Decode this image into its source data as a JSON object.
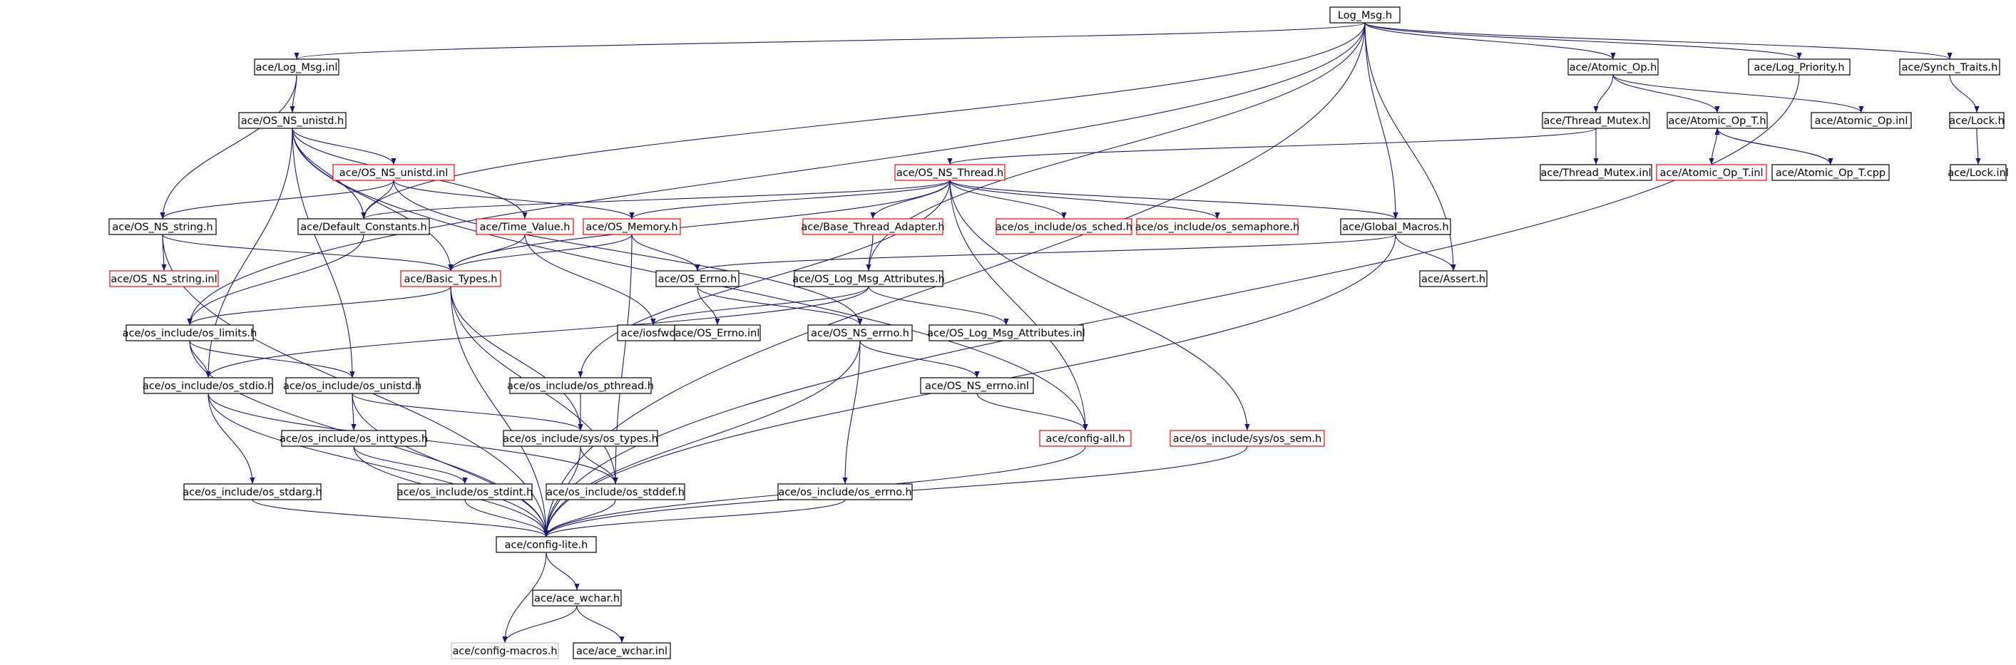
{
  "colors": {
    "edge": "#191970",
    "border_default": "#000000",
    "border_red": "#ff0000",
    "border_gray": "#bfbfbf",
    "root_fill": "#bfbfbf",
    "text": "#000000"
  },
  "nodes": [
    {
      "id": "log_msg_h",
      "label": "Log_Msg.h",
      "style": "root"
    },
    {
      "id": "log_msg_inl",
      "label": "ace/Log_Msg.inl",
      "style": "normal"
    },
    {
      "id": "atomic_op_h",
      "label": "ace/Atomic_Op.h",
      "style": "normal"
    },
    {
      "id": "log_priority_h",
      "label": "ace/Log_Priority.h",
      "style": "normal"
    },
    {
      "id": "synch_traits_h",
      "label": "ace/Synch_Traits.h",
      "style": "normal"
    },
    {
      "id": "os_ns_unistd_h",
      "label": "ace/OS_NS_unistd.h",
      "style": "normal"
    },
    {
      "id": "thread_mutex_h",
      "label": "ace/Thread_Mutex.h",
      "style": "normal"
    },
    {
      "id": "atomic_op_t_h",
      "label": "ace/Atomic_Op_T.h",
      "style": "normal"
    },
    {
      "id": "atomic_op_inl",
      "label": "ace/Atomic_Op.inl",
      "style": "normal"
    },
    {
      "id": "lock_h",
      "label": "ace/Lock.h",
      "style": "normal"
    },
    {
      "id": "os_ns_unistd_inl",
      "label": "ace/OS_NS_unistd.inl",
      "style": "red"
    },
    {
      "id": "os_ns_thread_h",
      "label": "ace/OS_NS_Thread.h",
      "style": "red"
    },
    {
      "id": "thread_mutex_inl",
      "label": "ace/Thread_Mutex.inl",
      "style": "normal"
    },
    {
      "id": "atomic_op_t_inl",
      "label": "ace/Atomic_Op_T.inl",
      "style": "red"
    },
    {
      "id": "atomic_op_t_cpp",
      "label": "ace/Atomic_Op_T.cpp",
      "style": "normal"
    },
    {
      "id": "lock_inl",
      "label": "ace/Lock.inl",
      "style": "normal"
    },
    {
      "id": "os_ns_string_h",
      "label": "ace/OS_NS_string.h",
      "style": "normal"
    },
    {
      "id": "default_constants_h",
      "label": "ace/Default_Constants.h",
      "style": "normal"
    },
    {
      "id": "time_value_h",
      "label": "ace/Time_Value.h",
      "style": "red"
    },
    {
      "id": "os_memory_h",
      "label": "ace/OS_Memory.h",
      "style": "red"
    },
    {
      "id": "base_thread_adapter_h",
      "label": "ace/Base_Thread_Adapter.h",
      "style": "red"
    },
    {
      "id": "os_sched_h",
      "label": "ace/os_include/os_sched.h",
      "style": "red"
    },
    {
      "id": "os_semaphore_h",
      "label": "ace/os_include/os_semaphore.h",
      "style": "red"
    },
    {
      "id": "global_macros_h",
      "label": "ace/Global_Macros.h",
      "style": "normal"
    },
    {
      "id": "os_ns_string_inl",
      "label": "ace/OS_NS_string.inl",
      "style": "red"
    },
    {
      "id": "basic_types_h",
      "label": "ace/Basic_Types.h",
      "style": "red"
    },
    {
      "id": "os_errno_h",
      "label": "ace/OS_Errno.h",
      "style": "normal"
    },
    {
      "id": "os_log_msg_attributes_h",
      "label": "ace/OS_Log_Msg_Attributes.h",
      "style": "normal"
    },
    {
      "id": "assert_h",
      "label": "ace/Assert.h",
      "style": "normal"
    },
    {
      "id": "os_limits_h",
      "label": "ace/os_include/os_limits.h",
      "style": "normal"
    },
    {
      "id": "iosfwd_h",
      "label": "ace/iosfwd.h",
      "style": "normal"
    },
    {
      "id": "os_errno_inl",
      "label": "ace/OS_Errno.inl",
      "style": "normal"
    },
    {
      "id": "os_ns_errno_h",
      "label": "ace/OS_NS_errno.h",
      "style": "normal"
    },
    {
      "id": "os_log_msg_attributes_inl",
      "label": "ace/OS_Log_Msg_Attributes.inl",
      "style": "normal"
    },
    {
      "id": "os_stdio_h",
      "label": "ace/os_include/os_stdio.h",
      "style": "normal"
    },
    {
      "id": "os_unistd_h",
      "label": "ace/os_include/os_unistd.h",
      "style": "normal"
    },
    {
      "id": "os_pthread_h",
      "label": "ace/os_include/os_pthread.h",
      "style": "normal"
    },
    {
      "id": "os_ns_errno_inl",
      "label": "ace/OS_NS_errno.inl",
      "style": "normal"
    },
    {
      "id": "os_inttypes_h",
      "label": "ace/os_include/os_inttypes.h",
      "style": "normal"
    },
    {
      "id": "sys_os_types_h",
      "label": "ace/os_include/sys/os_types.h",
      "style": "normal"
    },
    {
      "id": "config_all_h",
      "label": "ace/config-all.h",
      "style": "red"
    },
    {
      "id": "sys_os_sem_h",
      "label": "ace/os_include/sys/os_sem.h",
      "style": "red"
    },
    {
      "id": "os_stdarg_h",
      "label": "ace/os_include/os_stdarg.h",
      "style": "normal"
    },
    {
      "id": "os_stdint_h",
      "label": "ace/os_include/os_stdint.h",
      "style": "normal"
    },
    {
      "id": "os_stddef_h",
      "label": "ace/os_include/os_stddef.h",
      "style": "normal"
    },
    {
      "id": "os_errno_h_inc",
      "label": "ace/os_include/os_errno.h",
      "style": "normal"
    },
    {
      "id": "config_lite_h",
      "label": "ace/config-lite.h",
      "style": "normal"
    },
    {
      "id": "ace_wchar_h",
      "label": "ace/ace_wchar.h",
      "style": "normal"
    },
    {
      "id": "config_macros_h",
      "label": "ace/config-macros.h",
      "style": "gray"
    },
    {
      "id": "ace_wchar_inl",
      "label": "ace/ace_wchar.inl",
      "style": "normal"
    }
  ],
  "edges": [
    [
      "log_msg_h",
      "log_msg_inl"
    ],
    [
      "log_msg_h",
      "atomic_op_h"
    ],
    [
      "log_msg_h",
      "log_priority_h"
    ],
    [
      "log_msg_h",
      "synch_traits_h"
    ],
    [
      "log_msg_h",
      "global_macros_h"
    ],
    [
      "log_msg_h",
      "assert_h"
    ],
    [
      "log_msg_h",
      "os_log_msg_attributes_h"
    ],
    [
      "log_msg_h",
      "default_constants_h"
    ],
    [
      "log_msg_h",
      "os_limits_h"
    ],
    [
      "log_msg_h",
      "config_lite_h"
    ],
    [
      "log_msg_inl",
      "os_ns_unistd_h"
    ],
    [
      "log_msg_inl",
      "os_ns_string_h"
    ],
    [
      "atomic_op_h",
      "thread_mutex_h"
    ],
    [
      "atomic_op_h",
      "atomic_op_t_h"
    ],
    [
      "atomic_op_h",
      "atomic_op_inl"
    ],
    [
      "log_priority_h",
      "config_lite_h"
    ],
    [
      "synch_traits_h",
      "lock_h"
    ],
    [
      "lock_h",
      "lock_inl"
    ],
    [
      "thread_mutex_h",
      "thread_mutex_inl"
    ],
    [
      "thread_mutex_h",
      "os_ns_thread_h"
    ],
    [
      "atomic_op_t_h",
      "atomic_op_t_inl"
    ],
    [
      "atomic_op_t_h",
      "atomic_op_t_cpp"
    ],
    [
      "atomic_op_t_cpp",
      "atomic_op_t_h"
    ],
    [
      "os_ns_unistd_h",
      "os_ns_unistd_inl"
    ],
    [
      "os_ns_unistd_h",
      "default_constants_h"
    ],
    [
      "os_ns_unistd_h",
      "time_value_h"
    ],
    [
      "os_ns_unistd_h",
      "basic_types_h"
    ],
    [
      "os_ns_unistd_h",
      "os_unistd_h"
    ],
    [
      "os_ns_unistd_h",
      "os_stdio_h"
    ],
    [
      "os_ns_unistd_h",
      "config_all_h"
    ],
    [
      "os_ns_unistd_inl",
      "os_ns_string_h"
    ],
    [
      "os_ns_unistd_inl",
      "default_constants_h"
    ],
    [
      "os_ns_unistd_inl",
      "os_memory_h"
    ],
    [
      "os_ns_unistd_inl",
      "os_ns_errno_h"
    ],
    [
      "os_ns_thread_h",
      "os_memory_h"
    ],
    [
      "os_ns_thread_h",
      "default_constants_h"
    ],
    [
      "os_ns_thread_h",
      "basic_types_h"
    ],
    [
      "os_ns_thread_h",
      "base_thread_adapter_h"
    ],
    [
      "os_ns_thread_h",
      "os_sched_h"
    ],
    [
      "os_ns_thread_h",
      "os_semaphore_h"
    ],
    [
      "os_ns_thread_h",
      "global_macros_h"
    ],
    [
      "os_ns_thread_h",
      "config_all_h"
    ],
    [
      "os_ns_thread_h",
      "sys_os_sem_h"
    ],
    [
      "os_ns_thread_h",
      "os_pthread_h"
    ],
    [
      "os_ns_string_h",
      "os_ns_string_inl"
    ],
    [
      "os_ns_string_h",
      "basic_types_h"
    ],
    [
      "os_ns_string_h",
      "config_lite_h"
    ],
    [
      "default_constants_h",
      "os_limits_h"
    ],
    [
      "time_value_h",
      "basic_types_h"
    ],
    [
      "time_value_h",
      "iosfwd_h"
    ],
    [
      "os_memory_h",
      "basic_types_h"
    ],
    [
      "os_memory_h",
      "os_errno_h"
    ],
    [
      "os_memory_h",
      "os_stddef_h"
    ],
    [
      "base_thread_adapter_h",
      "os_log_msg_attributes_h"
    ],
    [
      "global_macros_h",
      "assert_h"
    ],
    [
      "global_macros_h",
      "os_errno_h"
    ],
    [
      "global_macros_h",
      "config_lite_h"
    ],
    [
      "basic_types_h",
      "os_limits_h"
    ],
    [
      "basic_types_h",
      "sys_os_types_h"
    ],
    [
      "basic_types_h",
      "os_stddef_h"
    ],
    [
      "basic_types_h",
      "config_lite_h"
    ],
    [
      "os_errno_h",
      "os_errno_inl"
    ],
    [
      "os_errno_h",
      "os_ns_errno_h"
    ],
    [
      "os_log_msg_attributes_h",
      "iosfwd_h"
    ],
    [
      "os_log_msg_attributes_h",
      "os_log_msg_attributes_inl"
    ],
    [
      "os_log_msg_attributes_h",
      "os_stdio_h"
    ],
    [
      "os_limits_h",
      "os_stdio_h"
    ],
    [
      "os_limits_h",
      "os_unistd_h"
    ],
    [
      "os_limits_h",
      "config_lite_h"
    ],
    [
      "os_ns_errno_h",
      "os_ns_errno_inl"
    ],
    [
      "os_ns_errno_h",
      "os_errno_h_inc"
    ],
    [
      "os_ns_errno_h",
      "config_lite_h"
    ],
    [
      "os_stdio_h",
      "os_stdarg_h"
    ],
    [
      "os_stdio_h",
      "os_stddef_h"
    ],
    [
      "os_stdio_h",
      "config_lite_h"
    ],
    [
      "os_unistd_h",
      "os_inttypes_h"
    ],
    [
      "os_unistd_h",
      "sys_os_types_h"
    ],
    [
      "os_unistd_h",
      "config_lite_h"
    ],
    [
      "os_pthread_h",
      "sys_os_types_h"
    ],
    [
      "os_ns_errno_inl",
      "config_all_h"
    ],
    [
      "os_inttypes_h",
      "os_stdint_h"
    ],
    [
      "os_inttypes_h",
      "config_lite_h"
    ],
    [
      "sys_os_types_h",
      "os_stddef_h"
    ],
    [
      "sys_os_types_h",
      "config_lite_h"
    ],
    [
      "config_all_h",
      "config_lite_h"
    ],
    [
      "sys_os_sem_h",
      "config_lite_h"
    ],
    [
      "os_stdarg_h",
      "config_lite_h"
    ],
    [
      "os_stdint_h",
      "config_lite_h"
    ],
    [
      "os_stddef_h",
      "config_lite_h"
    ],
    [
      "os_errno_h_inc",
      "config_lite_h"
    ],
    [
      "config_lite_h",
      "ace_wchar_h"
    ],
    [
      "config_lite_h",
      "config_macros_h"
    ],
    [
      "ace_wchar_h",
      "config_macros_h"
    ],
    [
      "ace_wchar_h",
      "ace_wchar_inl"
    ]
  ]
}
